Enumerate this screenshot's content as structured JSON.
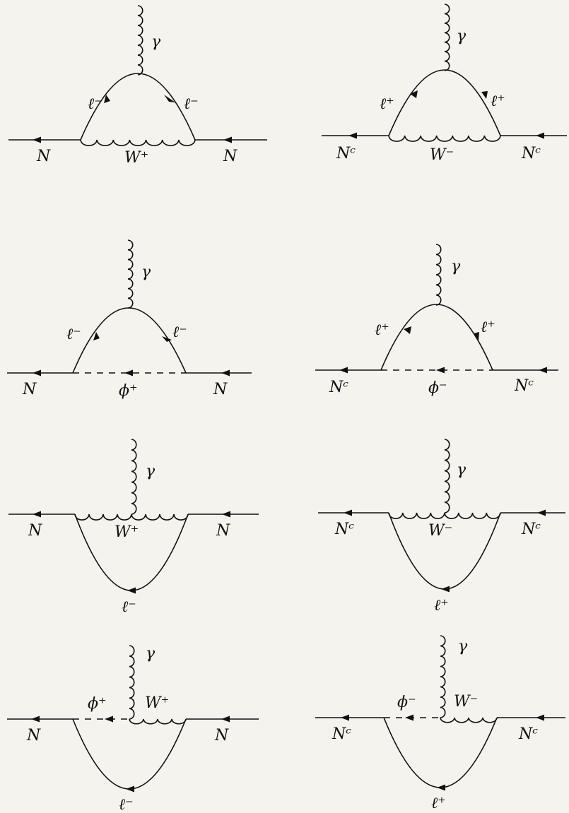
{
  "diagrams": [
    {
      "id": "d1",
      "labels": {
        "photon": "γ",
        "left_leg": "N",
        "right_leg": "N",
        "boson": "W⁺",
        "lepton_left": "ℓ⁻",
        "lepton_right": "ℓ⁻"
      }
    },
    {
      "id": "d2",
      "labels": {
        "photon": "γ",
        "left_leg": "Nᶜ",
        "right_leg": "Nᶜ",
        "boson": "W⁻",
        "lepton_left": "ℓ⁺",
        "lepton_right": "ℓ⁺"
      }
    },
    {
      "id": "d3",
      "labels": {
        "photon": "γ",
        "left_leg": "N",
        "right_leg": "N",
        "boson": "ϕ⁺",
        "lepton_left": "ℓ⁻",
        "lepton_right": "ℓ⁻"
      }
    },
    {
      "id": "d4",
      "labels": {
        "photon": "γ",
        "left_leg": "Nᶜ",
        "right_leg": "Nᶜ",
        "boson": "ϕ⁻",
        "lepton_left": "ℓ⁺",
        "lepton_right": "ℓ⁺"
      }
    },
    {
      "id": "d5",
      "labels": {
        "photon": "γ",
        "left_leg": "N",
        "right_leg": "N",
        "boson": "W⁺",
        "lepton": "ℓ⁻"
      }
    },
    {
      "id": "d6",
      "labels": {
        "photon": "γ",
        "left_leg": "Nᶜ",
        "right_leg": "Nᶜ",
        "boson": "W⁻",
        "lepton": "ℓ⁺"
      }
    },
    {
      "id": "d7",
      "labels": {
        "photon": "γ",
        "left_leg": "N",
        "right_leg": "N",
        "scalar": "ϕ⁺",
        "boson": "W⁺",
        "lepton": "ℓ⁻"
      }
    },
    {
      "id": "d8",
      "labels": {
        "photon": "γ",
        "left_leg": "Nᶜ",
        "right_leg": "Nᶜ",
        "scalar": "ϕ⁻",
        "boson": "W⁻",
        "lepton": "ℓ⁺"
      }
    }
  ]
}
